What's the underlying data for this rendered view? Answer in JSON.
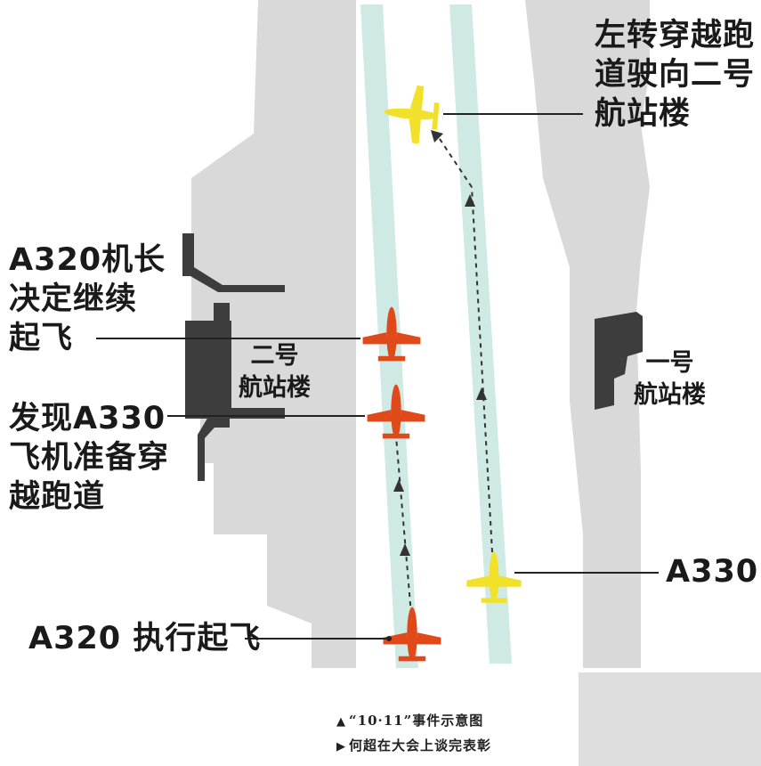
{
  "labels": {
    "turn_left": "左转穿越跑\n道驶向二号\n航站楼",
    "a320_decide": "A320机长\n决定继续\n起飞",
    "terminal2": "二号\n航站楼",
    "a330_found": "发现A330\n飞机准备穿\n越跑道",
    "terminal1": "一号\n航站楼",
    "a330": "A330",
    "a320_takeoff": "A320 执行起飞"
  },
  "caption": {
    "line1_marker": "▲",
    "line1": "“10·11”事件示意图",
    "line2_marker": "▶",
    "line2": "何超在大会上谈完表彰"
  },
  "colors": {
    "ground": "#d9d9d9",
    "runway": "#cfe9e5",
    "terminal": "#3d3d3d",
    "a320_plane": "#e04a1b",
    "a330_plane": "#f2e12a",
    "callout": "#222222"
  },
  "icons": {
    "plane": "airplane-icon",
    "arrow": "arrow-up-icon"
  }
}
